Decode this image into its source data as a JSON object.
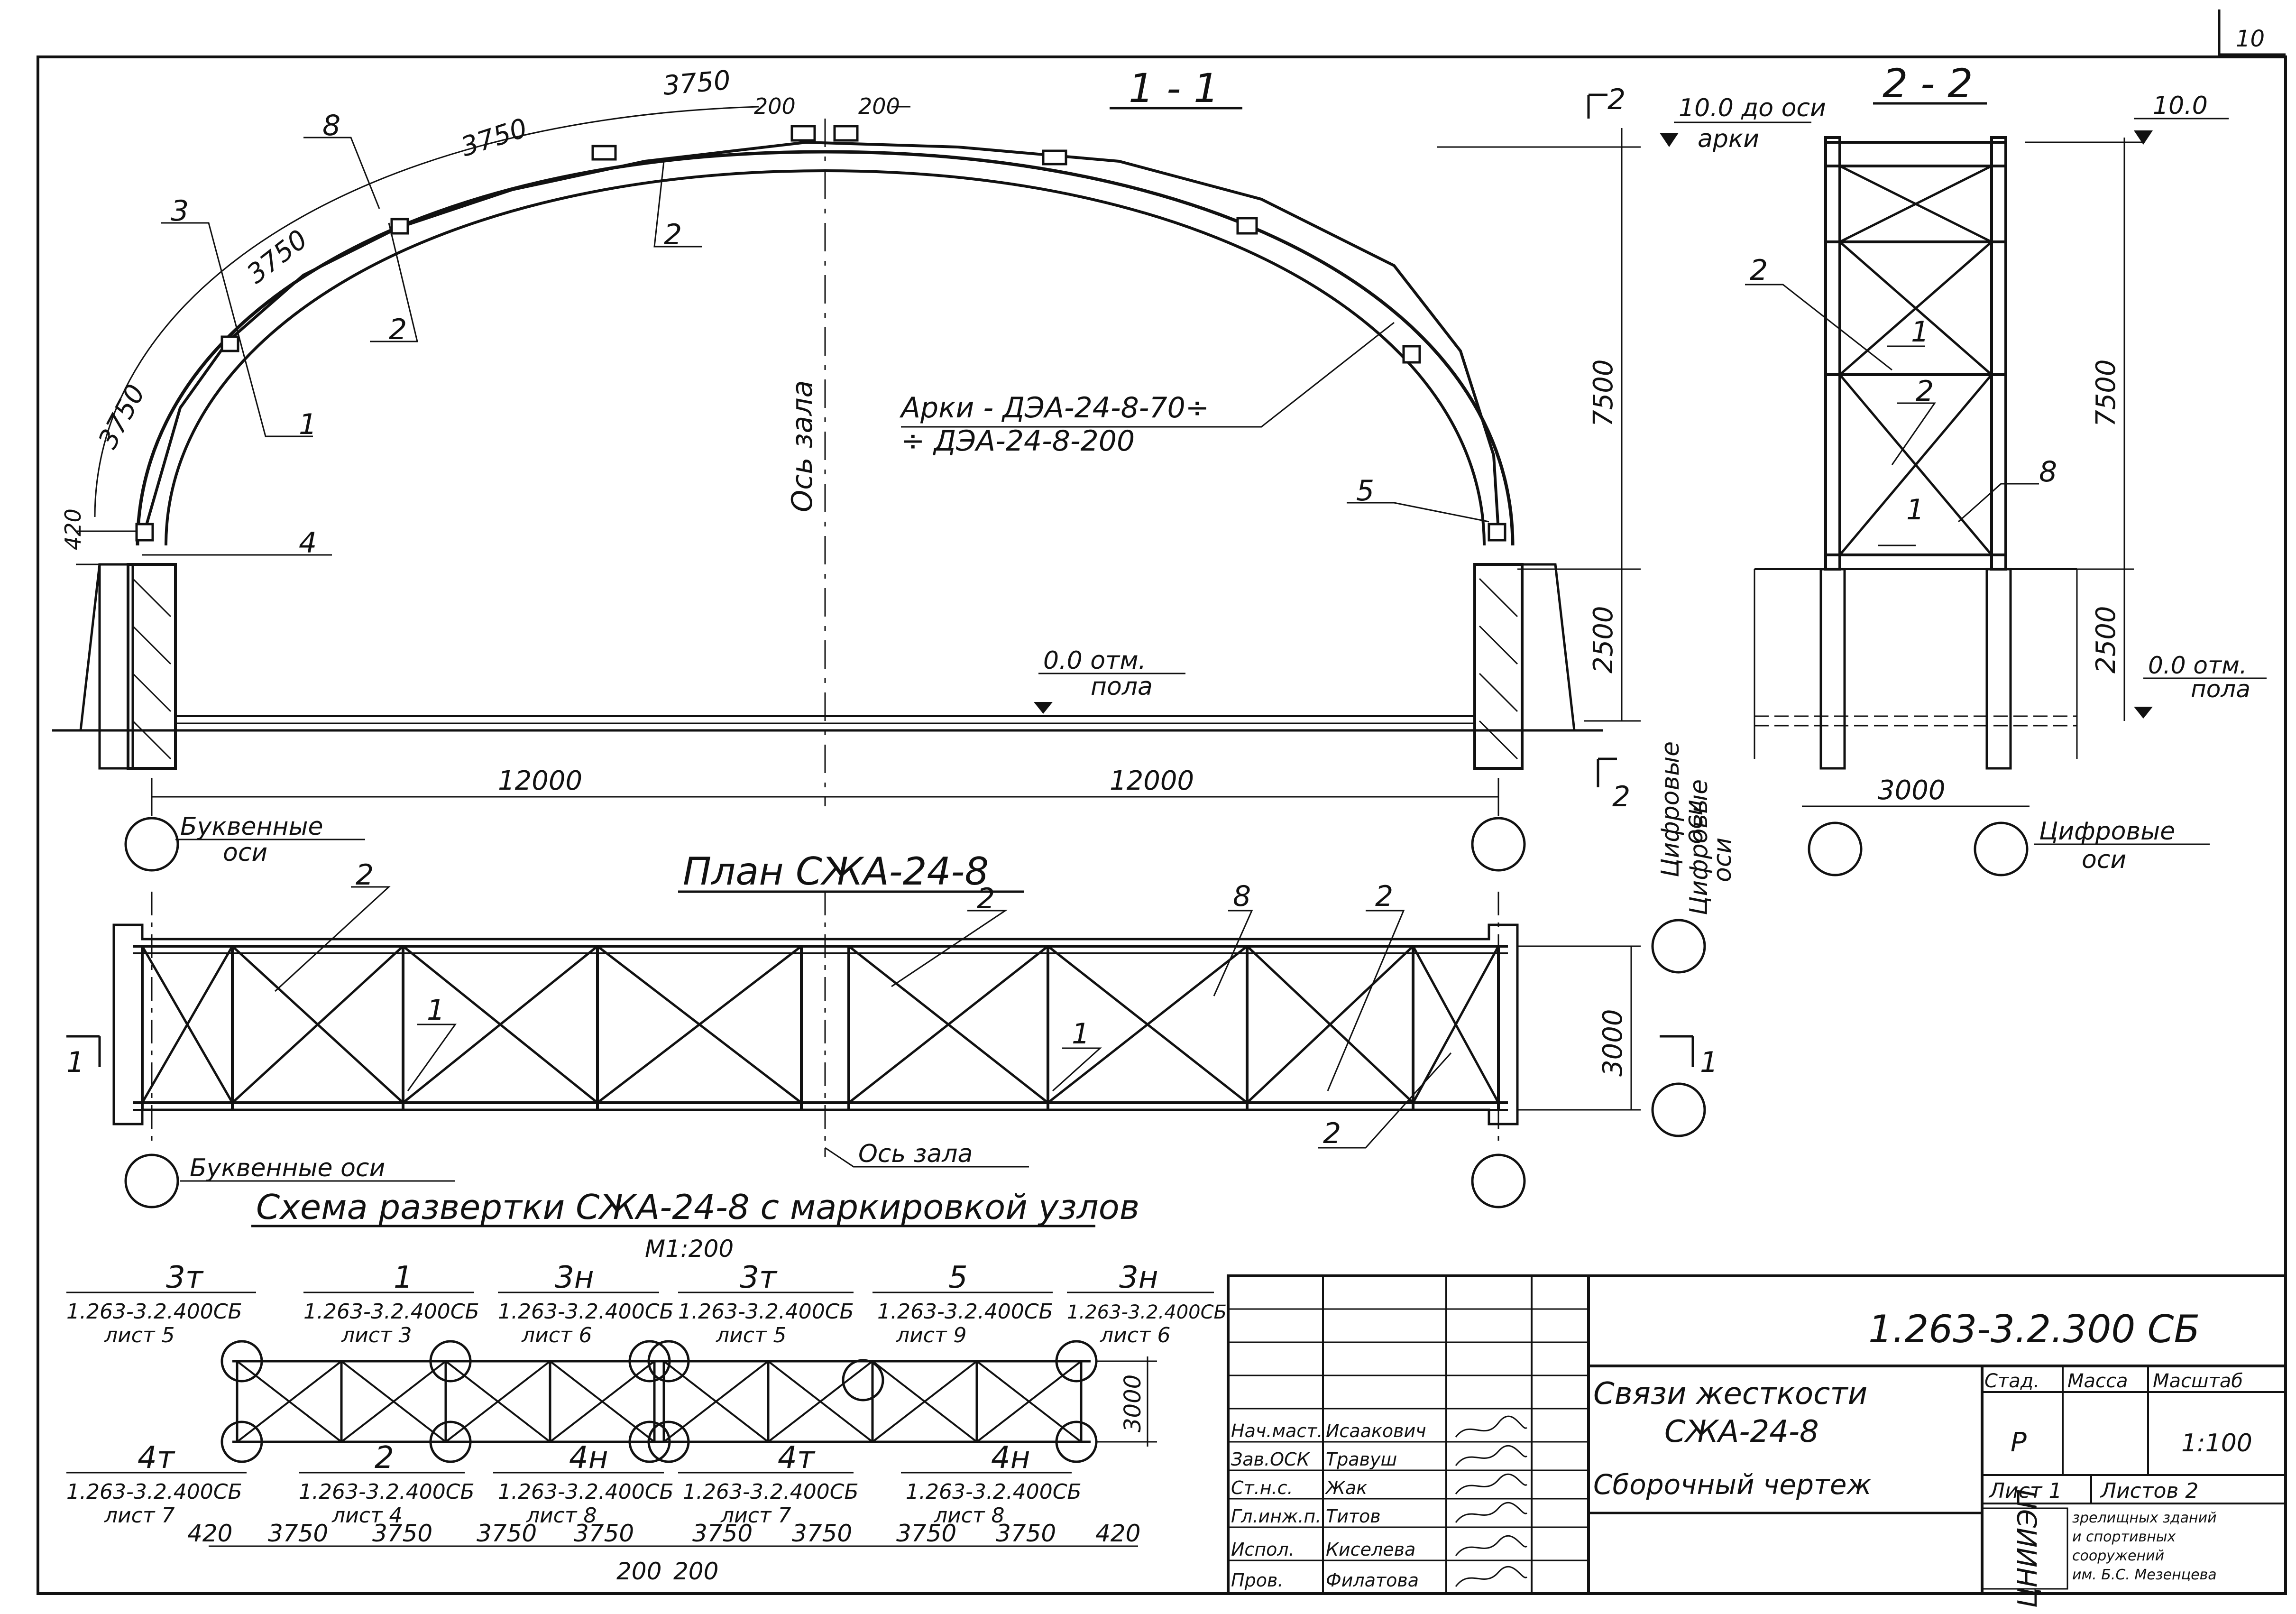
{
  "sheet_corner": "10",
  "arch_section": {
    "title": "1 - 1",
    "dims_arc": [
      "3750",
      "3750",
      "3750",
      "3750"
    ],
    "dim_200_left": "200",
    "dim_200_right": "200",
    "dim_420": "420",
    "span_left": "12000",
    "span_right": "12000",
    "callouts": {
      "c8": "8",
      "c3": "3",
      "c2a": "2",
      "c2b": "2",
      "c1": "1",
      "c4": "4",
      "c5": "5"
    },
    "arch_label_line1": "Арки - ДЭА-24-8-70÷",
    "arch_label_line2": "÷ ДЭА-24-8-200",
    "hall_axis": "Ось зала",
    "floor_mark_line1": "0.0 отм.",
    "floor_mark_line2": "пола",
    "letter_axes_line1": "Буквенные",
    "letter_axes_line2": "оси",
    "height_upper": "7500",
    "height_lower": "2500",
    "cut_2_top": "2",
    "cut_2_bottom": "2",
    "digit_axes_line1": "Цифровые",
    "digit_axes_line2": "оси",
    "to_arch_axis_line1": "10.0 до оси",
    "to_arch_axis_line2": "арки"
  },
  "section_2_2": {
    "title": "2 - 2",
    "mark_top": "10.0",
    "callouts": {
      "c2a": "2",
      "c1a": "1",
      "c2b": "2",
      "c8": "8",
      "c1b": "1"
    },
    "height_upper": "7500",
    "height_lower": "2500",
    "floor_mark_line1": "0.0 отм.",
    "floor_mark_line2": "пола",
    "width": "3000",
    "digit_axes_line1": "Цифровые",
    "digit_axes_line2": "оси"
  },
  "plan": {
    "title": "План СЖА-24-8",
    "callouts": {
      "c2a": "2",
      "c1a": "1",
      "c2b": "2",
      "c8": "8",
      "c2c": "2",
      "c1b": "1",
      "c2d": "2"
    },
    "width_dim": "3000",
    "cut_1_left": "1",
    "cut_1_right": "1",
    "letter_axes": "Буквенные оси",
    "hall_axis": "Ось зала",
    "digit_axes_line1": "Цифровые",
    "digit_axes_line2": "оси"
  },
  "scheme": {
    "title": "Схема развертки СЖА-24-8 с маркировкой узлов",
    "scale": "М1:200",
    "nodes_top": [
      {
        "mark": "3т",
        "ref": "1.263-3.2.400СБ",
        "sheet": "лист 5"
      },
      {
        "mark": "1",
        "ref": "1.263-3.2.400СБ",
        "sheet": "лист 3"
      },
      {
        "mark": "3н",
        "ref": "1.263-3.2.400СБ",
        "sheet": "лист 6"
      },
      {
        "mark": "3т",
        "ref": "1.263-3.2.400СБ",
        "sheet": "лист 5"
      },
      {
        "mark": "5",
        "ref": "1.263-3.2.400СБ",
        "sheet": "лист 9"
      },
      {
        "mark": "3н",
        "ref": "1.263-3.2.400СБ",
        "sheet": "лист 6"
      }
    ],
    "nodes_bottom": [
      {
        "mark": "4т",
        "ref": "1.263-3.2.400СБ",
        "sheet": "лист 7"
      },
      {
        "mark": "2",
        "ref": "1.263-3.2.400СБ",
        "sheet": "лист 4"
      },
      {
        "mark": "4н",
        "ref": "1.263-3.2.400СБ",
        "sheet": "лист 8"
      },
      {
        "mark": "4т",
        "ref": "1.263-3.2.400СБ",
        "sheet": "лист 7"
      },
      {
        "mark": "4н",
        "ref": "1.263-3.2.400СБ",
        "sheet": "лист 8"
      }
    ],
    "width_dim": "3000",
    "bottom_dims": [
      "420",
      "3750",
      "3750",
      "3750",
      "3750",
      "3750",
      "3750",
      "3750",
      "3750",
      "420"
    ],
    "center_dims": [
      "200",
      "200"
    ]
  },
  "title_block": {
    "doc_code": "1.263-3.2.300 СБ",
    "title_line1": "Связи жесткости",
    "title_line2": "СЖА-24-8",
    "title_line3": "Сборочный чертеж",
    "stage_header": "Стад.",
    "mass_header": "Масса",
    "scale_header": "Масштаб",
    "stage": "Р",
    "scale": "1:100",
    "sheet_label": "Лист 1",
    "sheets_label": "Листов 2",
    "org_logo": "ЦНИИЭП",
    "org_line1": "зрелищных зданий",
    "org_line2": "и спортивных",
    "org_line3": "сооружений",
    "org_line4": "им. Б.С. Мезенцева",
    "staff": [
      {
        "role": "Нач.маст.",
        "name": "Исаакович"
      },
      {
        "role": "Зав.ОСК",
        "name": "Травуш"
      },
      {
        "role": "Ст.н.с.",
        "name": "Жак"
      },
      {
        "role": "Гл.инж.п.",
        "name": "Титов"
      },
      {
        "role": "Испол.",
        "name": "Киселева"
      },
      {
        "role": "Пров.",
        "name": "Филатова"
      }
    ]
  }
}
